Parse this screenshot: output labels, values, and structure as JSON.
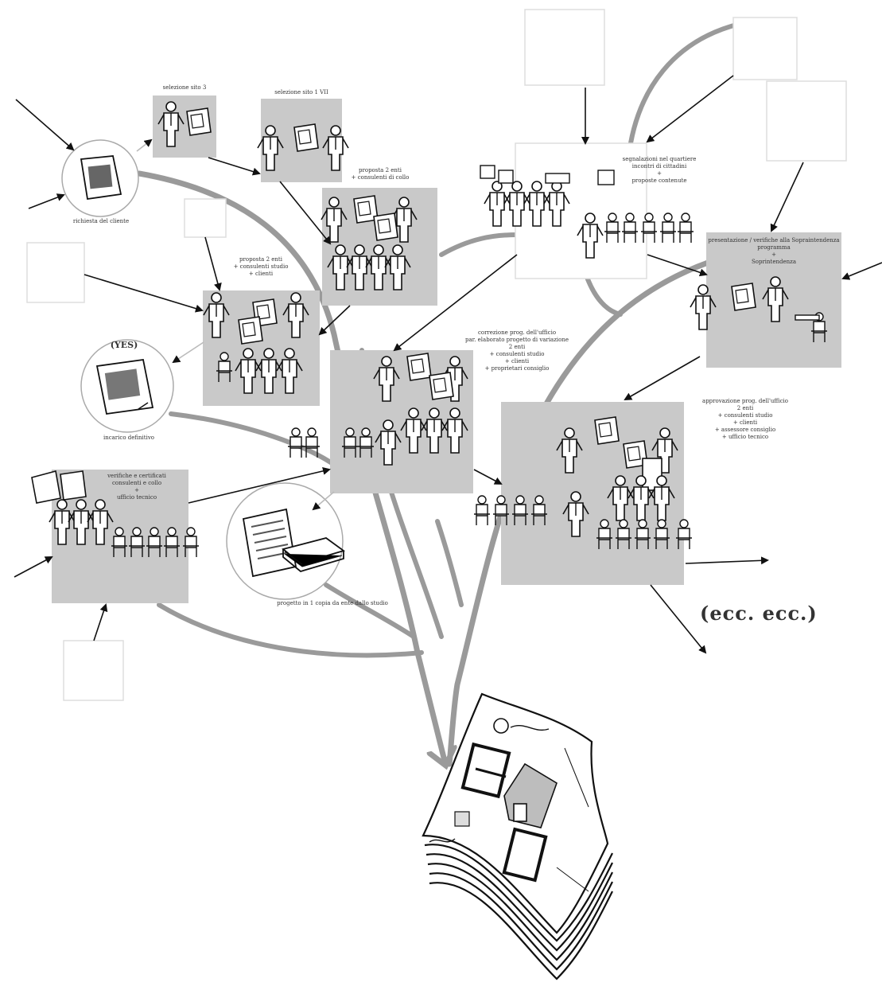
{
  "colors": {
    "branch": "#9a9a9a",
    "panel": "#c9c9c9",
    "stroke": "#111111",
    "ghost": "#dddddd",
    "text": "#333333"
  },
  "nodes": {
    "richiesta": "richiesta del cliente",
    "selezione_sito": "selezione sito 3",
    "selezione_sito_vii": "selezione sito 1 VII",
    "proposta_a": "proposta 2 enti\n+ consulenti di collo",
    "proposta_b": "proposta 2 enti\n+ consulenti studio\n+ clienti",
    "yes": "(YES)",
    "incarico": "incarico definitivo",
    "verifiche": "verifiche e certificati\nconsulenti e collo\n+\nufficio tecnico",
    "progetto_carta": "progetto in 1 copia da ente dallo studio",
    "correzione": "correzione prog. dell'ufficio\npar. elaborato progetto di variazione\n2 enti\n+ consulenti studio\n+ clienti\n+ proprietari consiglio",
    "quartiere": "segnalazioni nel quartiere\nincontri di cittadini\n+\nproposte contenute",
    "sovrintendenza": "presentazione / verifiche alla Sopraintendenza\nprogramma\n+\nSoprintendenza",
    "approvazione": "approvazione prog. dell'ufficio\n2 enti\n+ consulenti studio\n+ clienti\n+ assessore consiglio\n+ ufficio tecnico",
    "ecc": "(ecc. ecc.)"
  }
}
